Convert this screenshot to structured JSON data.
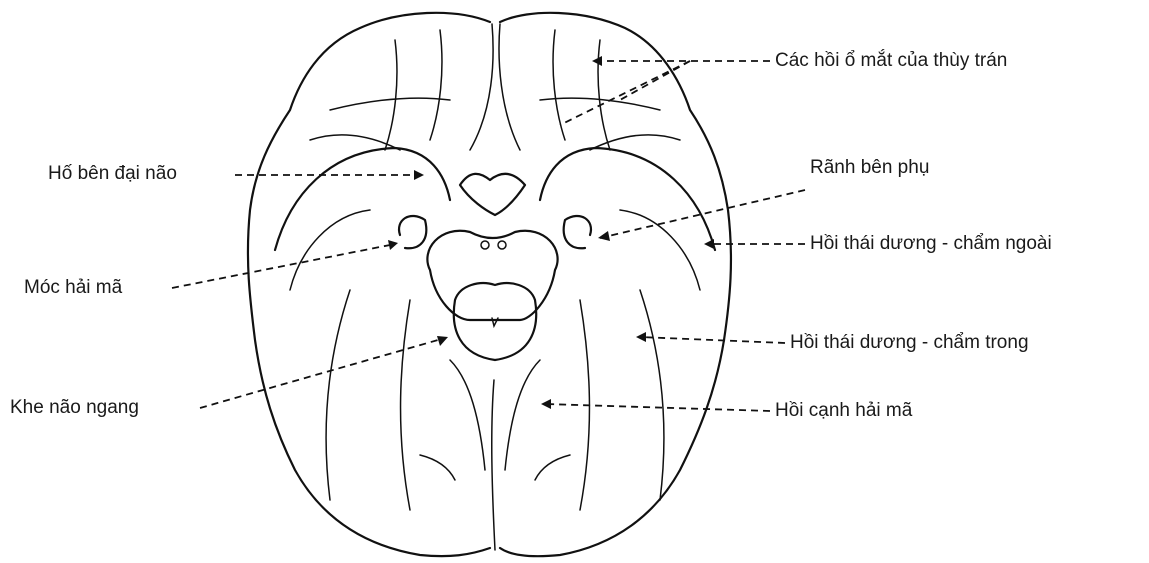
{
  "labels": {
    "orbital_gyri": "Các hồi ổ mắt của thùy trán",
    "lateral_fossa": "Hố bên đại não",
    "collateral_sulcus": "Rãnh bên phụ",
    "lateral_occipitotemporal": "Hồi thái dương - chẩm ngoài",
    "uncus": "Móc hải mã",
    "medial_occipitotemporal": "Hồi thái dương - chẩm trong",
    "transverse_fissure": "Khe não ngang",
    "parahippocampal": "Hồi cạnh hải mã"
  }
}
